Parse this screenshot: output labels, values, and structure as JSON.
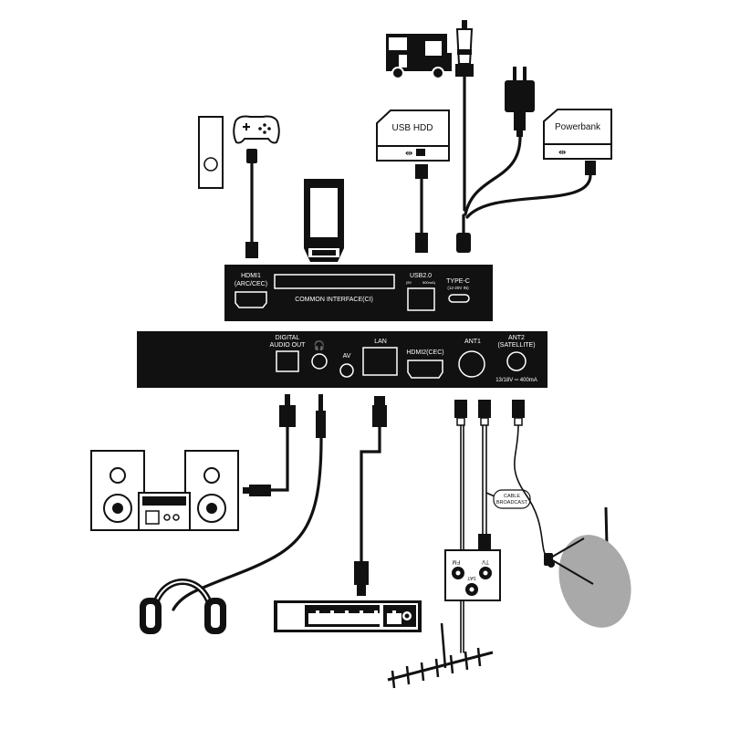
{
  "top_panel": {
    "hdmi1_line1": "HDMI1",
    "hdmi1_line2": "(ARC/CEC)",
    "ci_label": "COMMON INTERFACE(CI)",
    "usb_label": "USB2.0",
    "usb_spec_left": "(5V",
    "usb_spec_right": "500mA)",
    "typec_label": "TYPE-C",
    "typec_spec": "(12-20V IN)"
  },
  "rear_panel": {
    "digital_line1": "DIGITAL",
    "digital_line2": "AUDIO OUT",
    "av_label": "AV",
    "lan_label": "LAN",
    "hdmi2_label": "HDMI2(CEC)",
    "ant1_label": "ANT1",
    "ant2_line1": "ANT2",
    "ant2_line2": "(SATELLITE)",
    "ant2_power": "13/18V ═ 400mA"
  },
  "accessories": {
    "usb_hdd": "USB HDD",
    "powerbank": "Powerbank",
    "cable_tag_line1": "CABLE",
    "cable_tag_line2": "BROADCAST"
  },
  "wall_socket": {
    "fm": "FM",
    "tv": "TV",
    "sat": "SAT"
  }
}
